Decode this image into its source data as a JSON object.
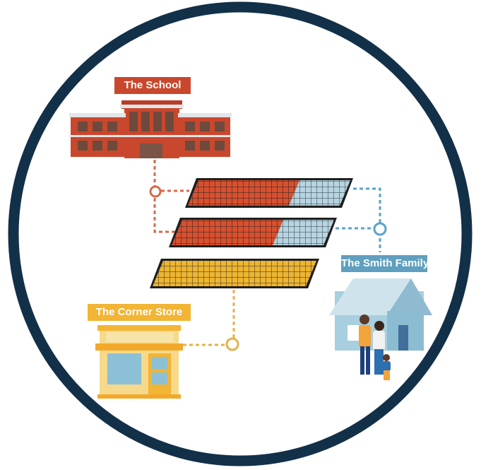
{
  "labels": {
    "school": "The School",
    "smith_family": "The Smith Family",
    "corner_store": "The Corner Store"
  },
  "colors": {
    "ring": "#133049",
    "school": "#c9472d",
    "family": "#5f9fbf",
    "store": "#f2b534",
    "panel_red": "#d8502f",
    "panel_blue": "#a9cbd9",
    "panel_yellow": "#eeb530",
    "connector_red": "#d46a4a",
    "connector_blue": "#5aa3c6",
    "connector_yellow": "#e3b34a"
  },
  "panels": [
    {
      "owner": "school",
      "red_fraction": 0.65,
      "blue_fraction": 0.35
    },
    {
      "owner": "school",
      "red_fraction": 0.65,
      "blue_fraction": 0.35
    },
    {
      "owner": "corner_store",
      "yellow_fraction": 1.0
    }
  ]
}
